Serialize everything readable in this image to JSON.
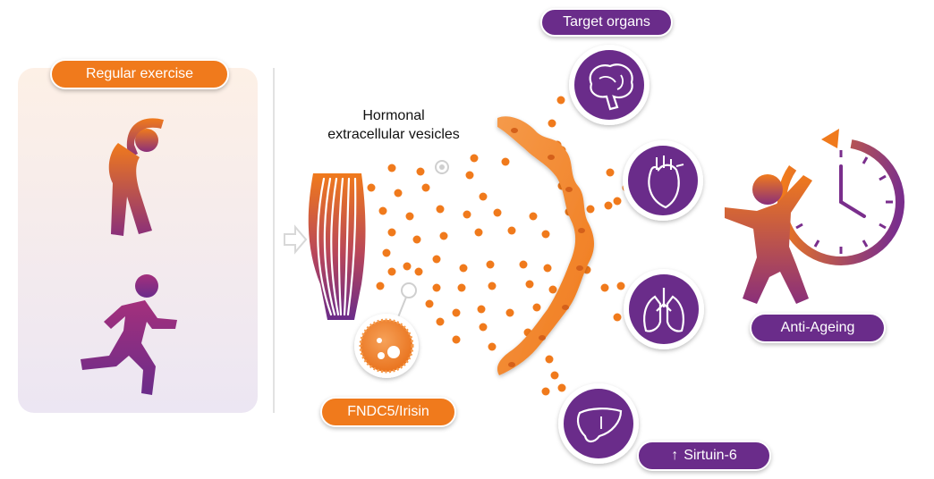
{
  "labels": {
    "regular_exercise": "Regular exercise",
    "hormonal_ev_line1": "Hormonal",
    "hormonal_ev_line2": "extracellular vesicles",
    "fndc5": "FNDC5/Irisin",
    "target_organs": "Target organs",
    "anti_ageing": "Anti-Ageing",
    "sirtuin": "Sirtuin-6",
    "sirtuin_arrow": "↑"
  },
  "icons": [
    "stretching-person-icon",
    "running-person-icon",
    "muscle-icon",
    "irisin-vesicle-icon",
    "brain-icon",
    "heart-icon",
    "lungs-icon",
    "liver-icon",
    "clock-icon",
    "jumping-person-icon"
  ],
  "colors": {
    "orange": "#f07a1c",
    "purple": "#6a2c8a",
    "panel_top": "#fdf1e8",
    "panel_bottom": "#efe8f4"
  }
}
